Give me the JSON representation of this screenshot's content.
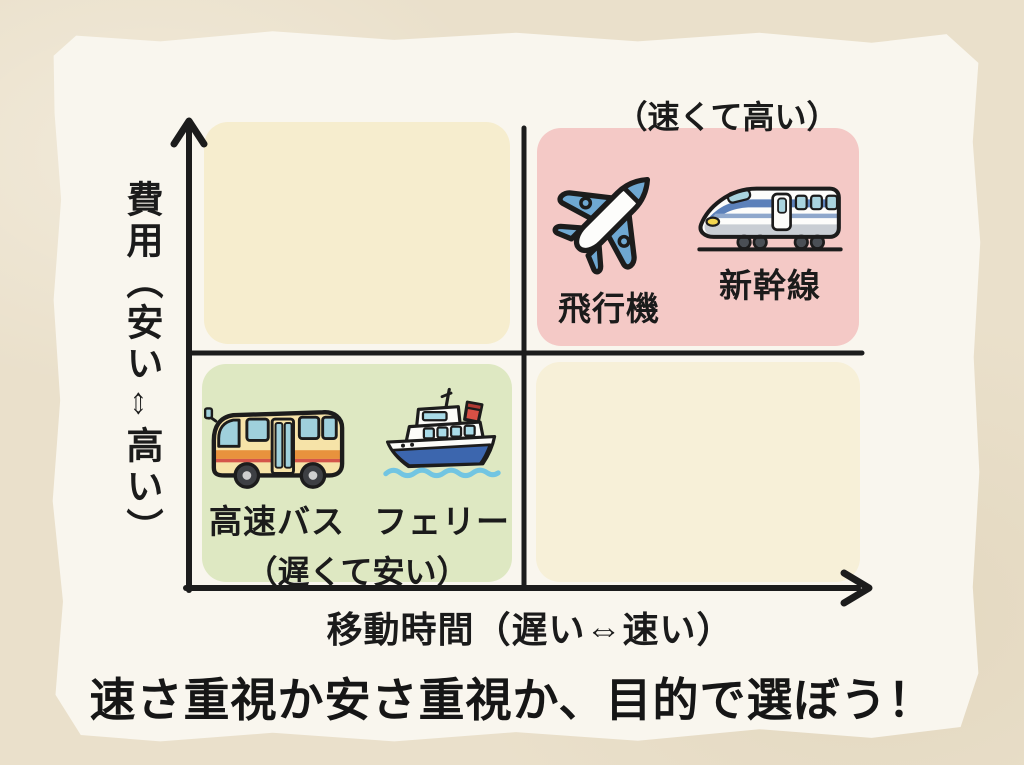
{
  "diagram": {
    "y_axis_label": "費用（安い⇔高い）",
    "x_axis_label": "移動時間（遅い⇔速い）",
    "quadrants": {
      "top_right": {
        "caption": "（速くて高い）",
        "items": [
          {
            "icon": "airplane-icon",
            "label": "飛行機"
          },
          {
            "icon": "shinkansen-icon",
            "label": "新幹線"
          }
        ]
      },
      "bottom_left": {
        "caption": "（遅くて安い）",
        "items": [
          {
            "icon": "bus-icon",
            "label": "高速バス"
          },
          {
            "icon": "ferry-icon",
            "label": "フェリー"
          }
        ]
      }
    }
  },
  "headline": "速さ重視か安さ重視か、目的で選ぼう！",
  "colors": {
    "page_background": "#EAE0CB",
    "paper": "#F9F6EE",
    "axis_ink": "#1C1C1C",
    "quadrant_top_left": "#F6EDCE",
    "quadrant_top_right": "#F4C9C6",
    "quadrant_bottom_left": "#DEE8C2",
    "quadrant_bottom_right": "#F7F0D8",
    "text": "#1B1B1B"
  }
}
